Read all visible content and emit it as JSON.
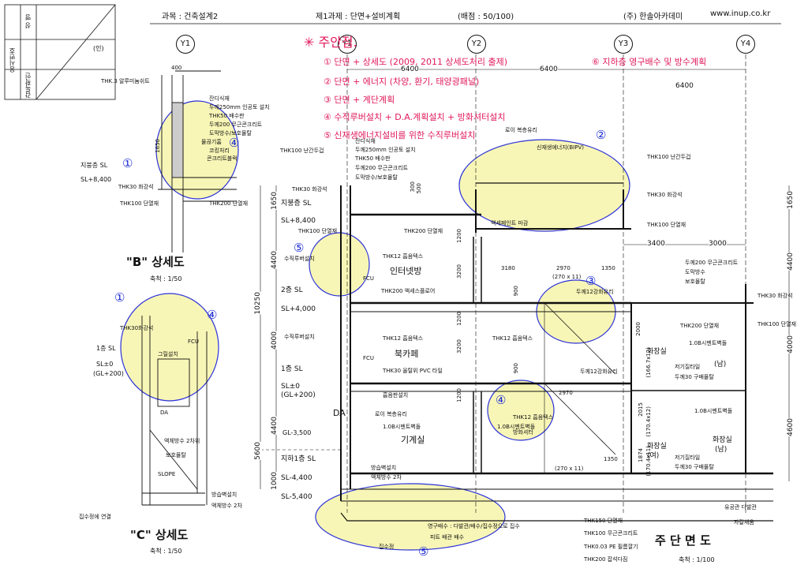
{
  "header": {
    "subject": "과목 : 건축설계2",
    "assignment": "제1과제 : 단면+설비계획",
    "score": "(배점 : 50/100)",
    "company": "(주) 한솔아카데미",
    "website": "www.inup.co.kr"
  },
  "stamp": {
    "exam_no": "응시번호",
    "name": "성 명",
    "seal": "(인)",
    "check": "감독확인"
  },
  "grid": {
    "y1_left": "Y1",
    "y1": "Y1",
    "y2": "Y2",
    "y3": "Y3",
    "y4": "Y4"
  },
  "notes": {
    "title": "✳ 주안점.",
    "n1": "① 단면 + 상세도 (2009, 2011 상세도처리 출제)",
    "n2": "② 단면 + 에너지 (차양, 환기, 태양광패널)",
    "n3": "③ 단면 + 계단계획",
    "n4": "④ 수직루버설치 + D.A.계획설치 + 방화셔터설치",
    "n5": "⑤ 신재생에너지설비를 위한 수직루버설치",
    "n6": "⑥ 지하층 영구배수 및 방수계획"
  },
  "circled": {
    "c1": "①",
    "c2": "②",
    "c3": "③",
    "c4": "④",
    "c5": "⑤"
  },
  "b_detail": {
    "title": "\"B\" 상세도",
    "scale": "축척 : 1/50",
    "dim_top": "400",
    "dim_h": "1650",
    "level_name": "지붕층 SL",
    "level_val": "SL+8,400",
    "labels": {
      "l1": "THK.3 알루미늄쉬트",
      "l2": "잔디식재",
      "l3": "두께250mm 인공토 설치",
      "l4": "THK50 배수판",
      "l5": "두께200 무근콘크리트",
      "l6": "도막방수/보호몰탈",
      "l7": "물끊기홈",
      "l8": "코킹처리",
      "l9": "콘크리트블럭",
      "l10": "THK30 화강석",
      "l11": "THK100 단열재",
      "l12": "THK200 단열재"
    }
  },
  "c_detail": {
    "title": "\"C\" 상세도",
    "scale": "축척 : 1/50",
    "level_name": "1층 SL",
    "level_val": "SL±0",
    "level_gl": "(GL+200)",
    "labels": {
      "l1": "THK30화강석",
      "l2": "그릴설치",
      "l3": "FCU",
      "l4": "DA",
      "l5": "액체방수 2차위",
      "l6": "보호몰탈",
      "l7": "SLOPE",
      "l8": "방습벽설치",
      "l9": "액체방수 2차",
      "l10": "집수정에 연결"
    }
  },
  "section": {
    "title": "주 단 면 도",
    "scale": "축척 : 1/100",
    "dims": {
      "w1": "6400",
      "w2": "6400",
      "w3": "6400",
      "w4": "3400",
      "w5": "3000",
      "h_total": "10250",
      "h_parapet": "1650",
      "h_3f": "4400",
      "h_2f": "4000",
      "h_1f": "4000",
      "h_b1": "4400",
      "h_b1b": "1000",
      "h_5600": "5600",
      "d3180": "3180",
      "d3200a": "3200",
      "d3200b": "3200",
      "d2970a": "2970",
      "d270a": "(270 x 11)",
      "d1350a": "1350",
      "d2970b": "2970",
      "d270b": "(270 x 11)",
      "d1350b": "1350",
      "d1200a": "1200",
      "d1200b": "1200",
      "d1200c": "1200",
      "d900a": "900",
      "d900b": "900",
      "d1650r": "1650",
      "d4400r": "4400",
      "d4000r": "4000",
      "d4600r": "4600",
      "d3500": "300",
      "d500": "500",
      "d2015": "2015",
      "d1874": "1874",
      "d1671": "(166.7x12)",
      "d1704a": "(170.4x12)",
      "d1704b": "(170.4x11)",
      "d2000": "2000"
    },
    "levels": {
      "roof": "지붕층 SL",
      "roof_v": "SL+8,400",
      "f2": "2층 SL",
      "f2_v": "SL+4,000",
      "f1": "1층 SL",
      "f1_v": "SL±0",
      "f1_gl": "(GL+200)",
      "b1": "지하1층 SL",
      "b1_v": "SL-4,400",
      "b1_b": "SL-5,400",
      "gl": "GL-3,500"
    },
    "rooms": {
      "r1": "인터넷방",
      "r2": "북카페",
      "r3": "기계실",
      "r4": "화장실",
      "r5": "(남)",
      "r6": "화장실",
      "r7": "(여)",
      "r8": "화장실",
      "r9": "(남)",
      "r10": "방화셔터"
    },
    "labels": {
      "a1": "로이 복층유리",
      "a2": "신재생에너지(BIPV)",
      "a3": "잔디식재",
      "a4": "두께250mm 인공토 설치",
      "a5": "THK50 배수판",
      "a6": "두께200 무근콘크리트",
      "a7": "도막방수/보호몰탈",
      "a8": "THK100 난간두겁",
      "a9": "THK100 난간두겁",
      "a10": "THK30 화강석",
      "a11": "THK30 화강석",
      "a12": "THK100 단열재",
      "a13": "THK100 단열재",
      "a14": "THK200 단열재",
      "a15": "액세페인트 마감",
      "a16": "수직루버설치",
      "a17": "THK12 흡음텍스",
      "a18": "THK200 액세스플로어",
      "a19": "FCU",
      "a20": "수직루버설치",
      "a21": "THK12 흡음텍스",
      "a22": "THK12 흡음텍스",
      "a23": "FCU",
      "a24": "THK30 올탈위 PVC 타일",
      "a25": "흡음판설치",
      "a26": "로이 복층유리",
      "a27": "1.0B시멘트벽돌",
      "a28": "THK12 흡음텍스",
      "a29": "DA",
      "a30": "방습벽설치",
      "a31": "액체방수 2차",
      "a32": "영구배수 : 다발관/배수/집수정으로 집수",
      "a33": "THK150 단열재",
      "a34": "THK100 무근콘크리트",
      "a35": "THK0.03 PE 필름깔기",
      "a36": "THK200 잡석다짐",
      "a37": "집수정",
      "a38": "유공관 다발관",
      "a39": "자갈채움",
      "a40": "두께200 무근콘크리트",
      "a41": "도막방수",
      "a42": "보호몰탈",
      "a43": "THK200 단열재",
      "a44": "THK30 화강석",
      "a45": "THK100 단열재",
      "a46": "1.0B시멘트벽돌",
      "a47": "저기질타일",
      "a48": "두께30 구배몰탈",
      "a49": "1.0B시멘트벽돌",
      "a50": "저기질타일",
      "a51": "두께30 구배몰탈",
      "a52": "두께12강화유리",
      "a53": "두께12강화유리",
      "a54": "피트 배관 배수",
      "a55": "1.0B시멘트벽돌"
    }
  }
}
